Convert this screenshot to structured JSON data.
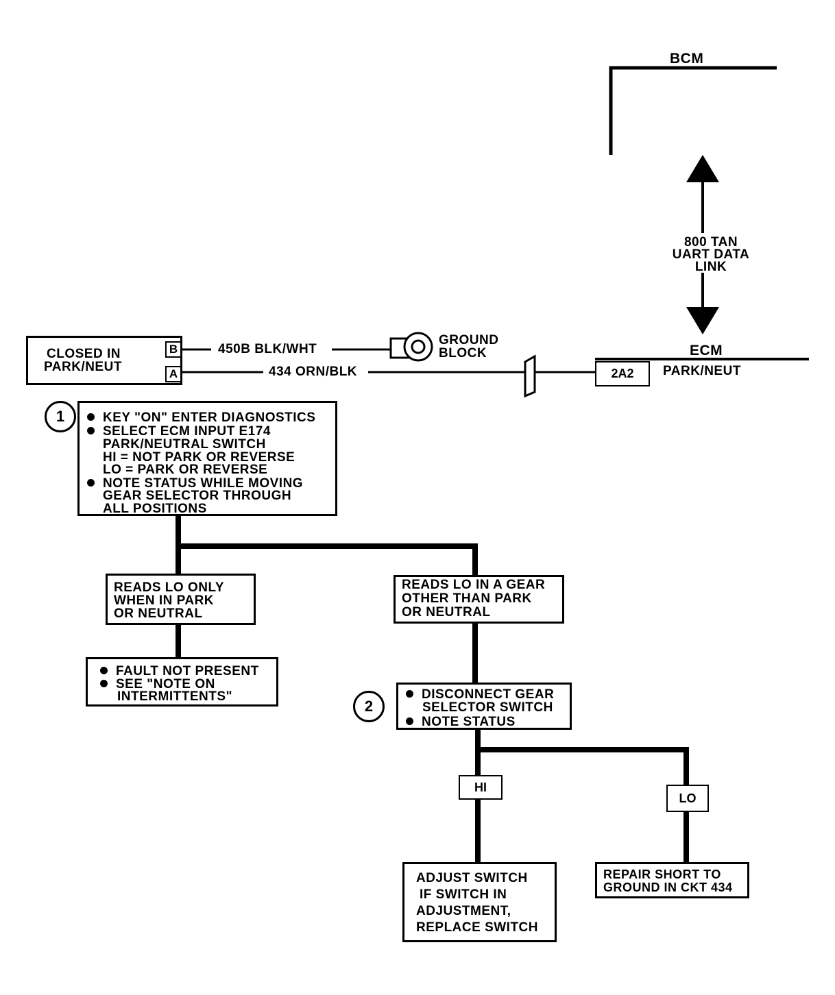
{
  "bcm": {
    "label": "BCM"
  },
  "data_link": {
    "lines": [
      "800 TAN",
      "UART DATA",
      "LINK"
    ]
  },
  "ecm": {
    "label": "ECM",
    "terminal": "2A2",
    "terminal_label": "PARK/NEUT"
  },
  "switch": {
    "lines": [
      "CLOSED IN",
      "PARK/NEUT"
    ],
    "pin_b": "B",
    "pin_a": "A"
  },
  "wires": {
    "wire_b": "450B BLK/WHT",
    "wire_a": "434 ORN/BLK"
  },
  "ground": {
    "lines": [
      "GROUND",
      "BLOCK"
    ]
  },
  "steps": {
    "step1": {
      "number": "1",
      "lines": [
        {
          "bullet": true,
          "text": "KEY \"ON\" ENTER DIAGNOSTICS"
        },
        {
          "bullet": true,
          "text": "SELECT ECM INPUT E174"
        },
        {
          "bullet": false,
          "text": "PARK/NEUTRAL SWITCH"
        },
        {
          "bullet": false,
          "text": "HI = NOT PARK OR REVERSE"
        },
        {
          "bullet": false,
          "text": "LO = PARK OR REVERSE"
        },
        {
          "bullet": true,
          "text": "NOTE STATUS WHILE MOVING"
        },
        {
          "bullet": false,
          "text": "GEAR SELECTOR THROUGH"
        },
        {
          "bullet": false,
          "text": "ALL POSITIONS"
        }
      ]
    },
    "reads_lo_only": {
      "lines": [
        "READS LO ONLY",
        "WHEN IN PARK",
        "OR NEUTRAL"
      ]
    },
    "reads_lo_gear": {
      "lines": [
        "READS LO IN A GEAR",
        "OTHER THAN PARK",
        "OR NEUTRAL"
      ]
    },
    "fault": {
      "lines": [
        {
          "bullet": true,
          "text": "FAULT NOT PRESENT"
        },
        {
          "bullet": true,
          "text": "SEE \"NOTE ON"
        },
        {
          "bullet": false,
          "text": "INTERMITTENTS\""
        }
      ]
    },
    "step2": {
      "number": "2",
      "lines": [
        {
          "bullet": true,
          "text": "DISCONNECT GEAR"
        },
        {
          "bullet": false,
          "text": "SELECTOR SWITCH"
        },
        {
          "bullet": true,
          "text": "NOTE STATUS"
        }
      ]
    },
    "hi_label": "HI",
    "lo_label": "LO",
    "adjust": {
      "lines": [
        "ADJUST SWITCH",
        "IF SWITCH IN",
        "ADJUSTMENT,",
        "REPLACE SWITCH"
      ]
    },
    "repair": {
      "lines": [
        "REPAIR SHORT TO",
        "GROUND IN CKT 434"
      ]
    }
  }
}
